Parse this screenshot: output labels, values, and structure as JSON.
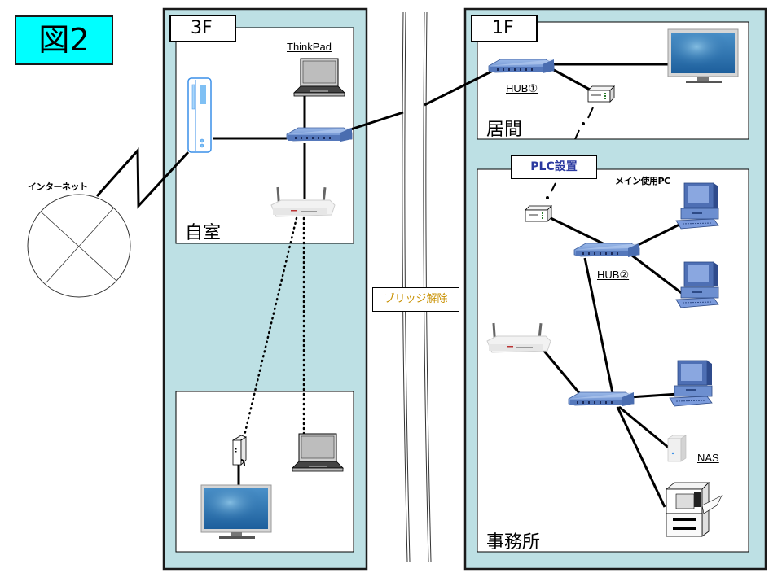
{
  "title": "図2",
  "internet": {
    "label": "インターネット"
  },
  "floors": [
    {
      "label": "3F",
      "rooms": [
        {
          "label": "自室",
          "devices": [
            "modem",
            "ThinkPad",
            "hub",
            "wireless-router"
          ]
        },
        {
          "label": "",
          "devices": [
            "plc-adapter",
            "tv",
            "laptop"
          ]
        }
      ]
    },
    {
      "label": "1F",
      "rooms": [
        {
          "label": "居間",
          "devices": [
            "HUB①",
            "plc-adapter",
            "tv"
          ]
        },
        {
          "label": "事務所",
          "devices": [
            "plc-adapter",
            "HUB②",
            "メイン使用PC",
            "pc",
            "wireless-router",
            "hub",
            "pc",
            "NAS",
            "printer"
          ]
        }
      ]
    }
  ],
  "labels": {
    "thinkpad": "ThinkPad",
    "hub1": "HUB①",
    "hub2": "HUB②",
    "main_pc": "メイン使用PC",
    "nas": "NAS"
  },
  "callouts": {
    "plc": "PLC設置",
    "bridge": "ブリッジ解除"
  },
  "colors": {
    "title_bg": "#00ffff",
    "floor_bg": "#bde0e4",
    "plc_text": "#2b3aa0",
    "bridge_text": "#c89000",
    "device_blue": "#6a8fd0"
  }
}
